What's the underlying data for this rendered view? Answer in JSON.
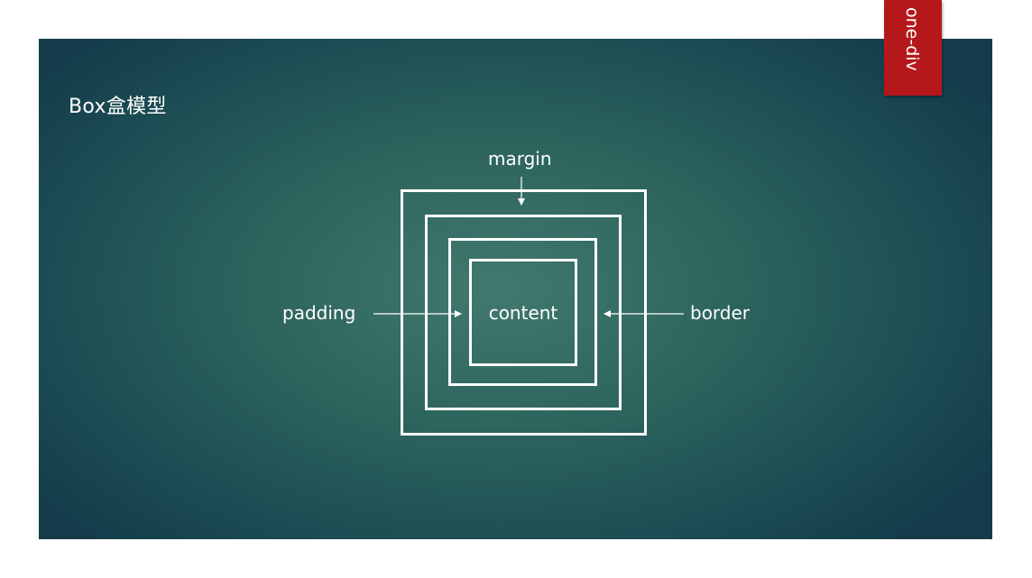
{
  "slide": {
    "title": "Box盒模型"
  },
  "tag": {
    "label": "one-div"
  },
  "diagram": {
    "labels": {
      "margin": "margin",
      "padding": "padding",
      "border": "border",
      "content": "content"
    }
  },
  "colors": {
    "slide_background_center": "#41796f",
    "slide_background_edge": "#143b4a",
    "tag_background": "#b5181b",
    "lines": "#ffffff"
  }
}
